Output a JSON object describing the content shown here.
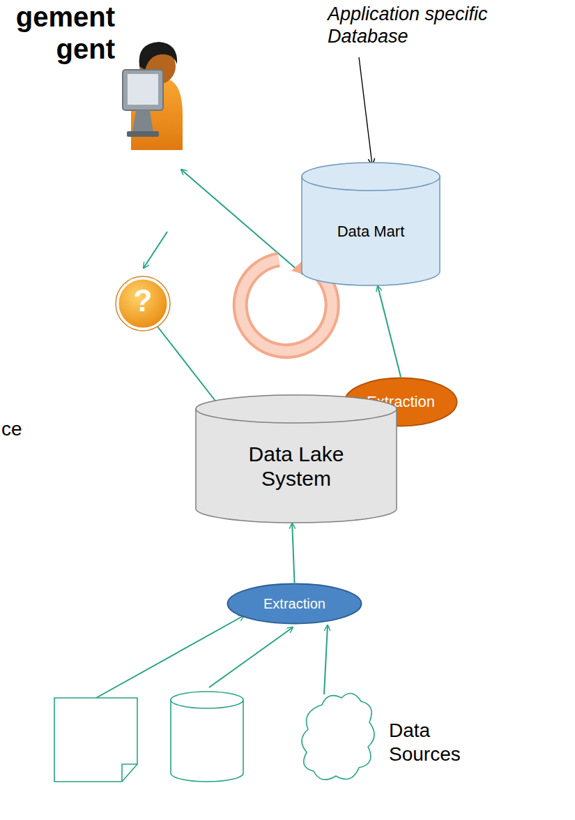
{
  "diagram": {
    "nodes": [
      {
        "text": [
          "Data Mart"
        ]
      },
      {
        "text": [
          "Extraction"
        ]
      },
      {
        "text": [
          "Data Lake System"
        ]
      },
      {
        "text": [
          "Extraction"
        ]
      }
    ],
    "edges": [
      {
        "from": 2,
        "to": 1,
        "arrow": "to"
      },
      {
        "from": 1,
        "to": 0,
        "arrow": "to"
      },
      {
        "from": 3,
        "to": 2,
        "arrow": "to"
      }
    ],
    "labels": [
      "gement",
      "gent",
      "Application specific Database",
      "?",
      "ce",
      "Data Sources"
    ]
  }
}
